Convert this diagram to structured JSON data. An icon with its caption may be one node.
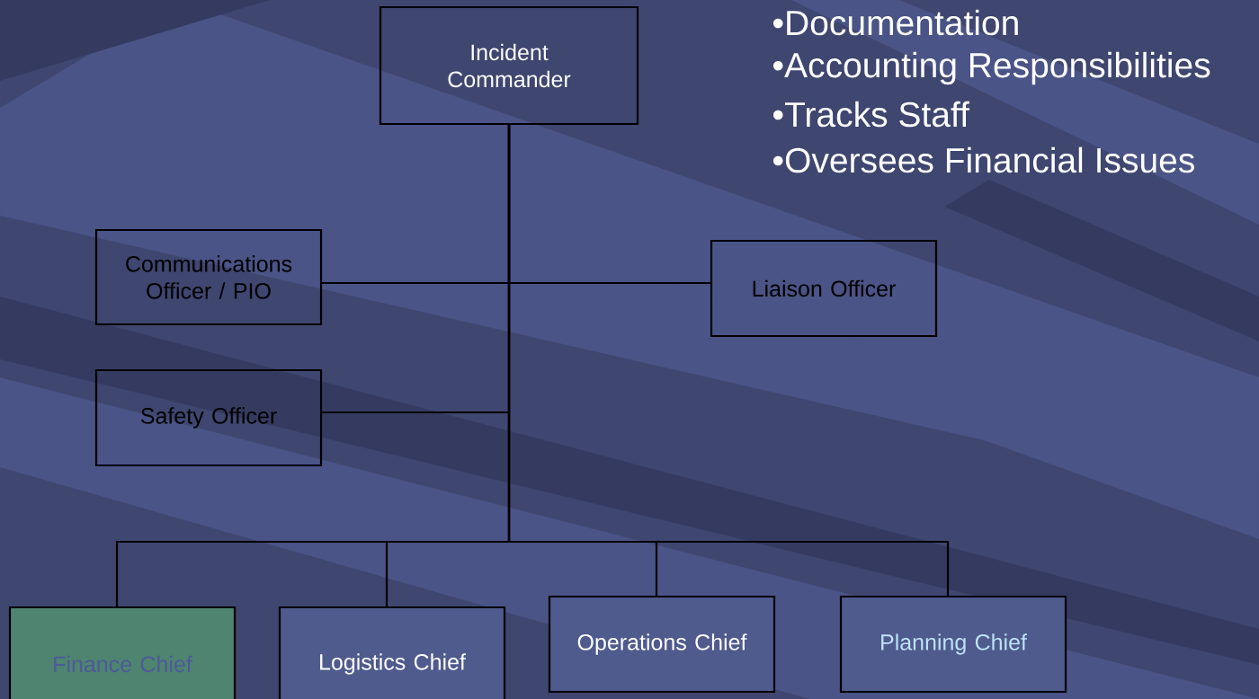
{
  "diagram": {
    "nodes": [
      {
        "text": [
          "Incident Commander"
        ]
      },
      {
        "text": [
          "Communications Officer / PIO"
        ]
      },
      {
        "text": [
          "Liaison Officer"
        ]
      },
      {
        "text": [
          "Safety Officer"
        ]
      },
      {
        "text": [
          "Finance Chief"
        ]
      },
      {
        "text": [
          "Logistics Chief"
        ]
      },
      {
        "text": [
          "Operations Chief"
        ]
      },
      {
        "text": [
          "Planning Chief"
        ]
      }
    ],
    "edges": [
      {
        "from": 0,
        "to": 1,
        "arrow": "none"
      },
      {
        "from": 0,
        "to": 2,
        "arrow": "none"
      },
      {
        "from": 0,
        "to": 3,
        "arrow": "none"
      },
      {
        "from": 0,
        "to": 4,
        "arrow": "none"
      },
      {
        "from": 0,
        "to": 5,
        "arrow": "none"
      },
      {
        "from": 0,
        "to": 6,
        "arrow": "none"
      },
      {
        "from": 0,
        "to": 7,
        "arrow": "none"
      }
    ],
    "labels": [
      "•Documentation",
      "•Accounting Responsibilities",
      "•Tracks Staff",
      "•Oversees Financial Issues"
    ]
  }
}
